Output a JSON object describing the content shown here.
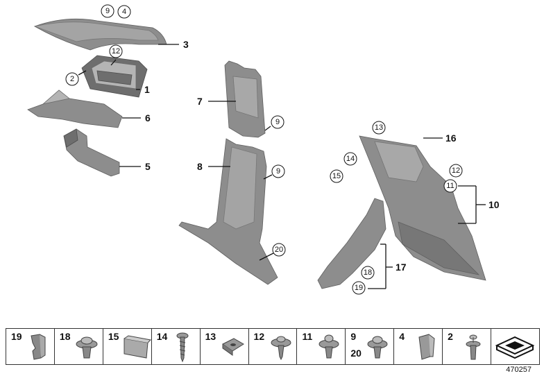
{
  "callouts": {
    "c1": "1",
    "c2": "2",
    "c3": "3",
    "c4": "4",
    "c5": "5",
    "c6": "6",
    "c7": "7",
    "c8": "8",
    "c9a": "9",
    "c9b": "9",
    "c9c": "9",
    "c10": "10",
    "c11": "11",
    "c12a": "12",
    "c12b": "12",
    "c13": "13",
    "c14": "14",
    "c15": "15",
    "c16": "16",
    "c17": "17",
    "c18": "18",
    "c19": "19",
    "c20": "20"
  },
  "legend": {
    "cells": [
      {
        "number": "19",
        "icon": "clip-icon"
      },
      {
        "number": "18",
        "icon": "expanding-rivet-icon"
      },
      {
        "number": "15",
        "icon": "pad-icon"
      },
      {
        "number": "14",
        "icon": "screw-icon"
      },
      {
        "number": "13",
        "icon": "clip-nut-icon"
      },
      {
        "number": "12",
        "icon": "rivet-icon"
      },
      {
        "number": "11",
        "icon": "rivet-icon"
      },
      {
        "number": "9",
        "number2": "20",
        "icon": "expanding-rivet-icon"
      },
      {
        "number": "4",
        "icon": "retainer-clip-icon"
      },
      {
        "number": "2",
        "icon": "push-pin-icon"
      },
      {
        "number": "",
        "icon": "trim-overview-icon"
      }
    ]
  },
  "diagram_id": "470257"
}
